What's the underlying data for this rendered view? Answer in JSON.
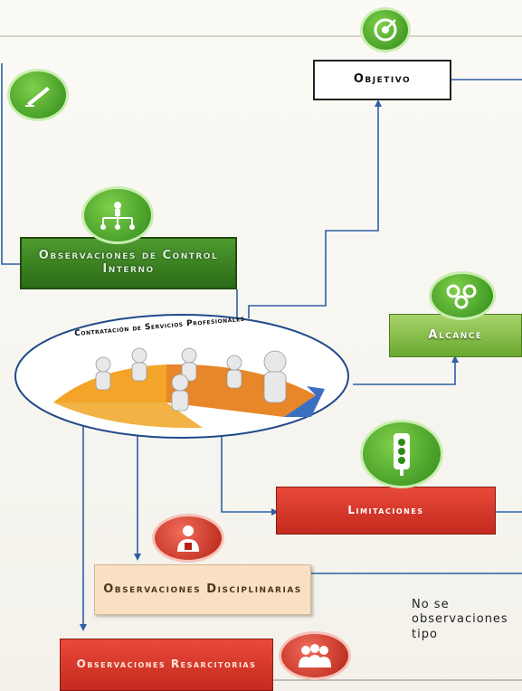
{
  "diagram": {
    "center": {
      "label": "Contratación de Servicios Profesionales"
    },
    "nodes": {
      "objetivo": {
        "label": "Objetivo"
      },
      "control_interno": {
        "label": "Observaciones de Control Interno"
      },
      "alcance": {
        "label": "Alcance"
      },
      "limitaciones": {
        "label": "Limitaciones"
      },
      "disciplinarias": {
        "label": "Observaciones Disciplinarias"
      },
      "resarcitorias": {
        "label": "Observaciones Resarcitorias"
      }
    },
    "note": {
      "text": "No se observaciones tipo"
    },
    "icons": [
      "target-icon",
      "pen-icon",
      "org-chart-icon",
      "gears-icon",
      "traffic-light-icon",
      "person-icon",
      "group-icon"
    ],
    "colors": {
      "green_dark": "#2c6b16",
      "green_light": "#a8d36a",
      "red": "#c42a1e",
      "peach": "#f9e0c2",
      "connector": "#2d5fa6"
    }
  }
}
